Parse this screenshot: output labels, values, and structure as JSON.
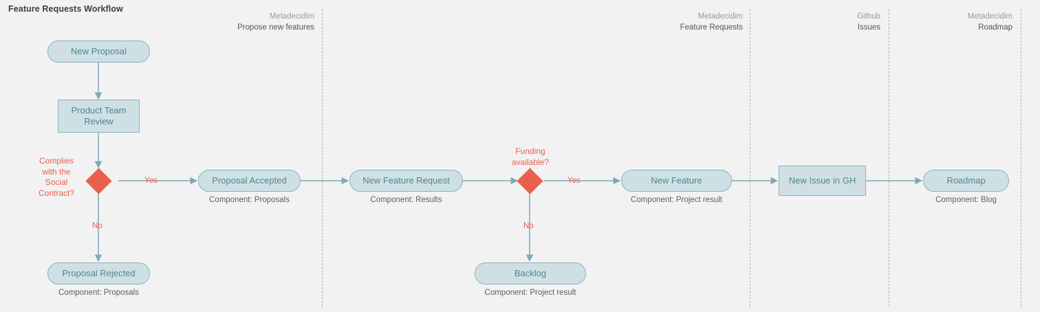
{
  "title": "Feature Requests Workflow",
  "colors": {
    "background": "#f2f2f2",
    "node_fill": "#cfe0e4",
    "node_stroke": "#86b1ba",
    "node_text": "#4c8793",
    "decision": "#e8604c",
    "edge": "#7ea9b4",
    "lane_divider": "#aeaeae"
  },
  "lanes": [
    {
      "org": "Metadecidim",
      "name": "Propose new features"
    },
    {
      "org": "Metadecidim",
      "name": "Feature Requests"
    },
    {
      "org": "Github",
      "name": "Issues"
    },
    {
      "org": "Metadecidim",
      "name": "Roadmap"
    }
  ],
  "nodes": [
    {
      "id": "new-proposal",
      "label": "New Proposal",
      "shape": "rounded",
      "component": ""
    },
    {
      "id": "product-team-review",
      "label": "Product Team\nReview",
      "shape": "rect",
      "component": ""
    },
    {
      "id": "proposal-rejected",
      "label": "Proposal Rejected",
      "shape": "rounded",
      "component": "Component: Proposals"
    },
    {
      "id": "proposal-accepted",
      "label": "Proposal Accepted",
      "shape": "rounded",
      "component": "Component: Proposals"
    },
    {
      "id": "new-feature-request",
      "label": "New Feature Request",
      "shape": "rounded",
      "component": "Component: Results"
    },
    {
      "id": "backlog",
      "label": "Backlog",
      "shape": "rounded",
      "component": "Component: Project result"
    },
    {
      "id": "new-feature",
      "label": "New Feature",
      "shape": "rounded",
      "component": "Component: Project result"
    },
    {
      "id": "new-issue-gh",
      "label": "New Issue in GH",
      "shape": "rect",
      "component": ""
    },
    {
      "id": "roadmap",
      "label": "Roadmap",
      "shape": "rounded",
      "component": "Component: Blog"
    }
  ],
  "decisions": [
    {
      "id": "social-contract",
      "label": "Complies\nwith the\nSocial\nContract?",
      "yes": "Yes",
      "no": "No"
    },
    {
      "id": "funding",
      "label": "Funding\navailable?",
      "yes": "Yes",
      "no": "No"
    }
  ]
}
